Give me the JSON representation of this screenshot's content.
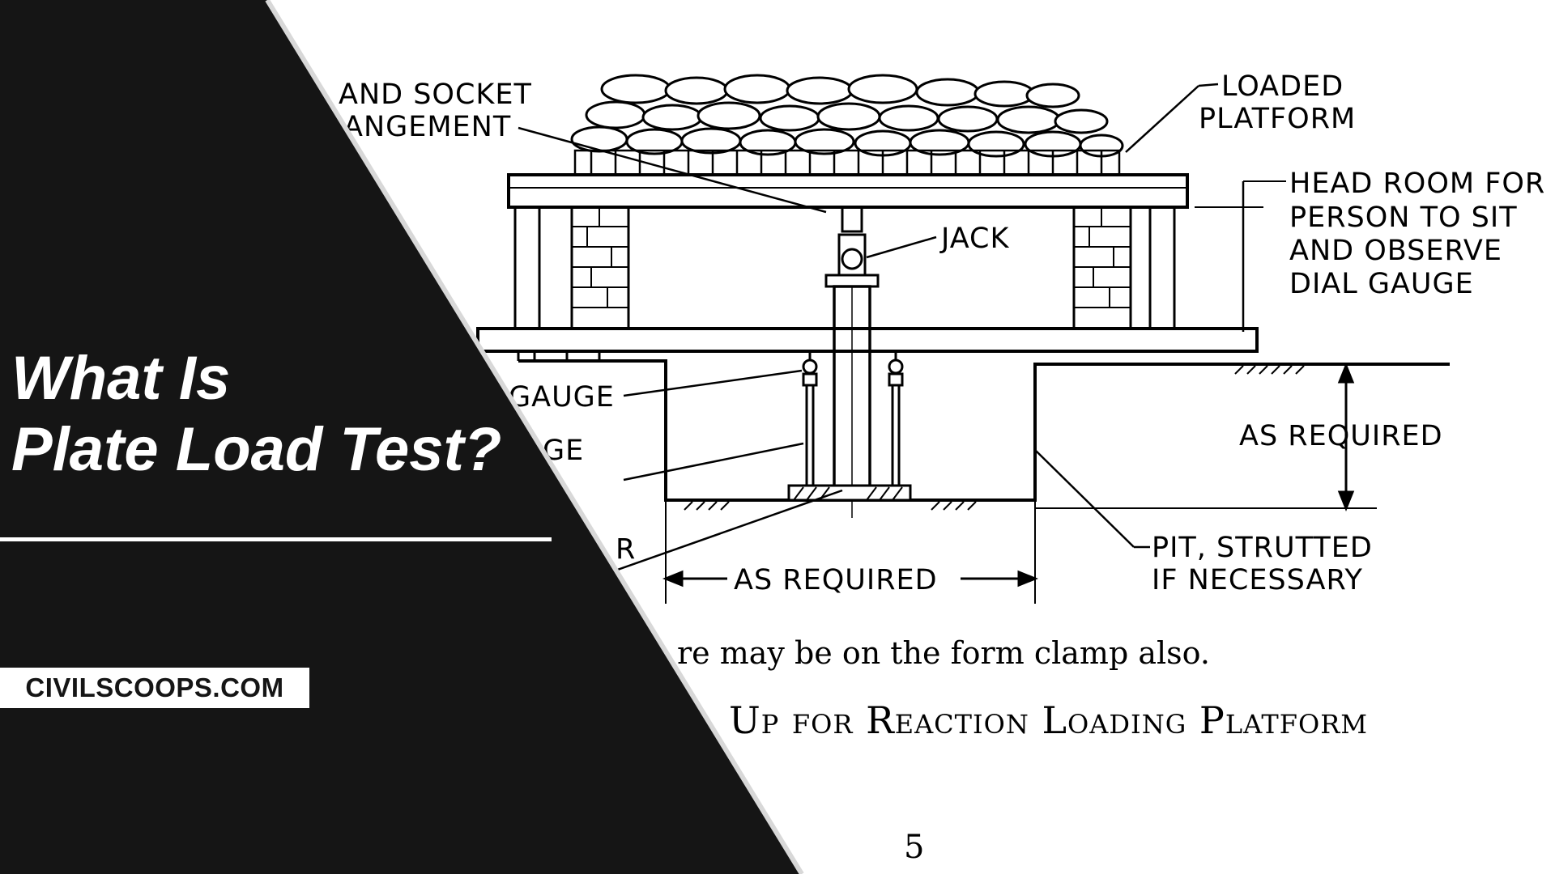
{
  "colors": {
    "panel": "#151515",
    "background": "#ffffff",
    "ink": "#000000"
  },
  "hero": {
    "title_line1": "What Is",
    "title_line2": "Plate Load Test?",
    "site": "CIVILSCOOPS.COM"
  },
  "diagram": {
    "labels": {
      "ball_socket_1": "AND SOCKET",
      "ball_socket_2": "ANGEMENT",
      "loaded_1": "LOADED",
      "loaded_2": "PLATFORM",
      "head_1": "HEAD ROOM FOR",
      "head_2": "PERSON TO SIT",
      "head_3": "AND OBSERVE",
      "head_4": "DIAL GAUGE",
      "jack": "JACK",
      "gauge_1": "GAUGE",
      "gauge_2": "GE",
      "r_fragment": "R",
      "as_required_right": "AS REQUIRED",
      "as_required_bottom": "AS REQUIRED",
      "pit_1": "PIT, STRUTTED",
      "pit_2": "IF NECESSARY"
    },
    "note": "re may be on the form clamp also.",
    "caption": "Up for Reaction Loading Platform",
    "page_number": "5"
  }
}
